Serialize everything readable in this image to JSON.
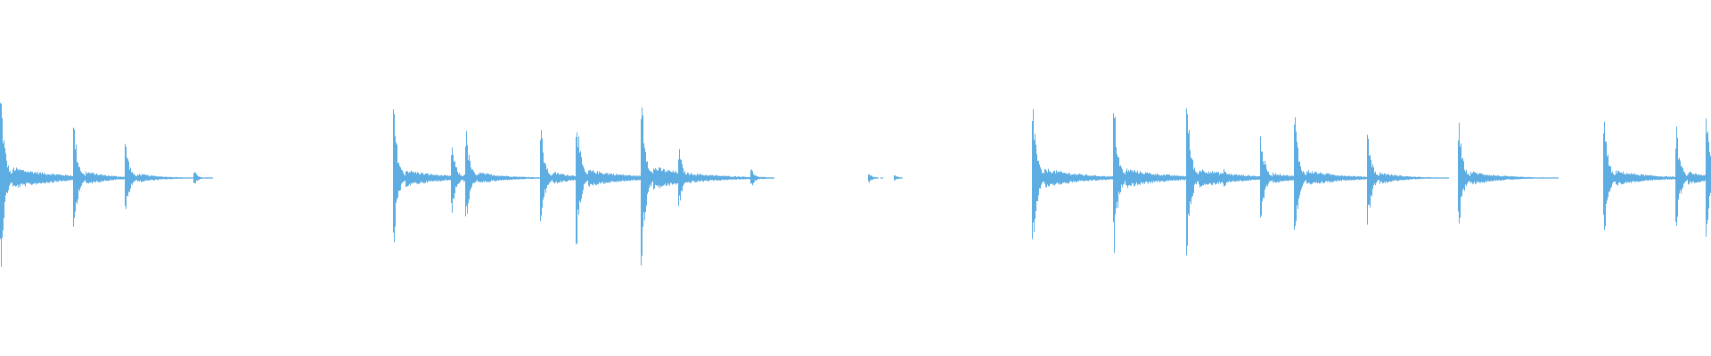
{
  "waveform": {
    "color": "#5dade2",
    "transients": [
      {
        "t": 0.0,
        "peak": 0.95,
        "neg": 0.95,
        "decay": 0.45
      },
      {
        "t": 0.043,
        "peak": 0.6,
        "neg": 0.6,
        "decay": 0.25
      },
      {
        "t": 0.073,
        "peak": 0.4,
        "neg": 0.4,
        "decay": 0.25
      },
      {
        "t": 0.113,
        "peak": 0.07,
        "neg": 0.07,
        "decay": 0.08
      },
      {
        "t": 0.23,
        "peak": 0.75,
        "neg": 0.75,
        "decay": 0.35
      },
      {
        "t": 0.264,
        "peak": 0.38,
        "neg": 0.38,
        "decay": 0.2
      },
      {
        "t": 0.272,
        "peak": 0.52,
        "neg": 0.52,
        "decay": 0.3
      },
      {
        "t": 0.316,
        "peak": 0.55,
        "neg": 0.55,
        "decay": 0.25
      },
      {
        "t": 0.337,
        "peak": 0.75,
        "neg": 0.75,
        "decay": 0.4
      },
      {
        "t": 0.375,
        "peak": 1.0,
        "neg": 1.0,
        "decay": 0.45
      },
      {
        "t": 0.397,
        "peak": 0.32,
        "neg": 0.32,
        "decay": 0.2
      },
      {
        "t": 0.439,
        "peak": 0.1,
        "neg": 0.1,
        "decay": 0.06
      },
      {
        "t": 0.508,
        "peak": 0.05,
        "neg": 0.05,
        "decay": 0.05
      },
      {
        "t": 0.523,
        "peak": 0.03,
        "neg": 0.03,
        "decay": 0.03
      },
      {
        "t": 0.604,
        "peak": 0.85,
        "neg": 0.85,
        "decay": 0.4
      },
      {
        "t": 0.651,
        "peak": 0.85,
        "neg": 0.85,
        "decay": 0.4
      },
      {
        "t": 0.694,
        "peak": 0.85,
        "neg": 0.85,
        "decay": 0.4
      },
      {
        "t": 0.716,
        "peak": 0.1,
        "neg": 0.1,
        "decay": 0.07
      },
      {
        "t": 0.737,
        "peak": 0.48,
        "neg": 0.48,
        "decay": 0.25
      },
      {
        "t": 0.757,
        "peak": 0.72,
        "neg": 0.72,
        "decay": 0.35
      },
      {
        "t": 0.8,
        "peak": 0.52,
        "neg": 0.52,
        "decay": 0.25
      },
      {
        "t": 0.853,
        "peak": 0.6,
        "neg": 0.6,
        "decay": 0.3
      },
      {
        "t": 0.938,
        "peak": 0.66,
        "neg": 0.66,
        "decay": 0.35
      },
      {
        "t": 0.98,
        "peak": 0.56,
        "neg": 0.56,
        "decay": 0.25
      },
      {
        "t": 0.998,
        "peak": 0.68,
        "neg": 0.68,
        "decay": 0.25
      }
    ]
  }
}
